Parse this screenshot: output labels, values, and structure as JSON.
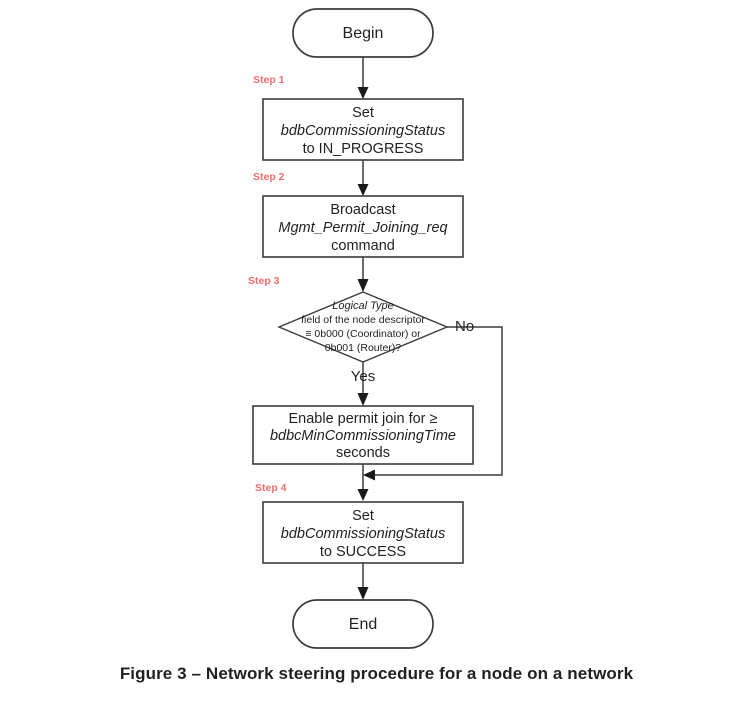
{
  "figure": {
    "caption": "Figure 3 – Network steering procedure for a node on a network",
    "accent_step_color": "#f26d6d",
    "stroke_color": "#3b3b3b",
    "text_color": "#231f20",
    "background_color": "#ffffff"
  },
  "nodes": {
    "begin": {
      "type": "terminator",
      "label": "Begin"
    },
    "step1_box": {
      "type": "process",
      "step": "Step 1",
      "lines": [
        {
          "text": "Set",
          "italic": false
        },
        {
          "text": "bdbCommissioningStatus",
          "italic": true
        },
        {
          "text": "to IN_PROGRESS",
          "italic": false
        }
      ]
    },
    "step2_box": {
      "type": "process",
      "step": "Step 2",
      "lines": [
        {
          "text": "Broadcast",
          "italic": false
        },
        {
          "text": "Mgmt_Permit_Joining_req",
          "italic": true
        },
        {
          "text": "command",
          "italic": false
        }
      ]
    },
    "step3_decision": {
      "type": "decision",
      "step": "Step 3",
      "lines": [
        {
          "text": "Logical Type",
          "italic": true
        },
        {
          "text": "field of the node descriptor",
          "italic": false
        },
        {
          "text": "≡ 0b000 (Coordinator) or",
          "italic": false
        },
        {
          "text": "0b001 (Router)?",
          "italic": false
        }
      ],
      "branch_yes": "Yes",
      "branch_no": "No"
    },
    "permit_join_box": {
      "type": "process",
      "step": "",
      "lines": [
        {
          "text": "Enable permit join for ≥",
          "italic": false
        },
        {
          "text": "bdbcMinCommissioningTime",
          "italic": true
        },
        {
          "text": "seconds",
          "italic": false
        }
      ]
    },
    "step4_box": {
      "type": "process",
      "step": "Step 4",
      "lines": [
        {
          "text": "Set",
          "italic": false
        },
        {
          "text": "bdbCommissioningStatus",
          "italic": true
        },
        {
          "text": "to SUCCESS",
          "italic": false
        }
      ]
    },
    "end": {
      "type": "terminator",
      "label": "End"
    }
  }
}
